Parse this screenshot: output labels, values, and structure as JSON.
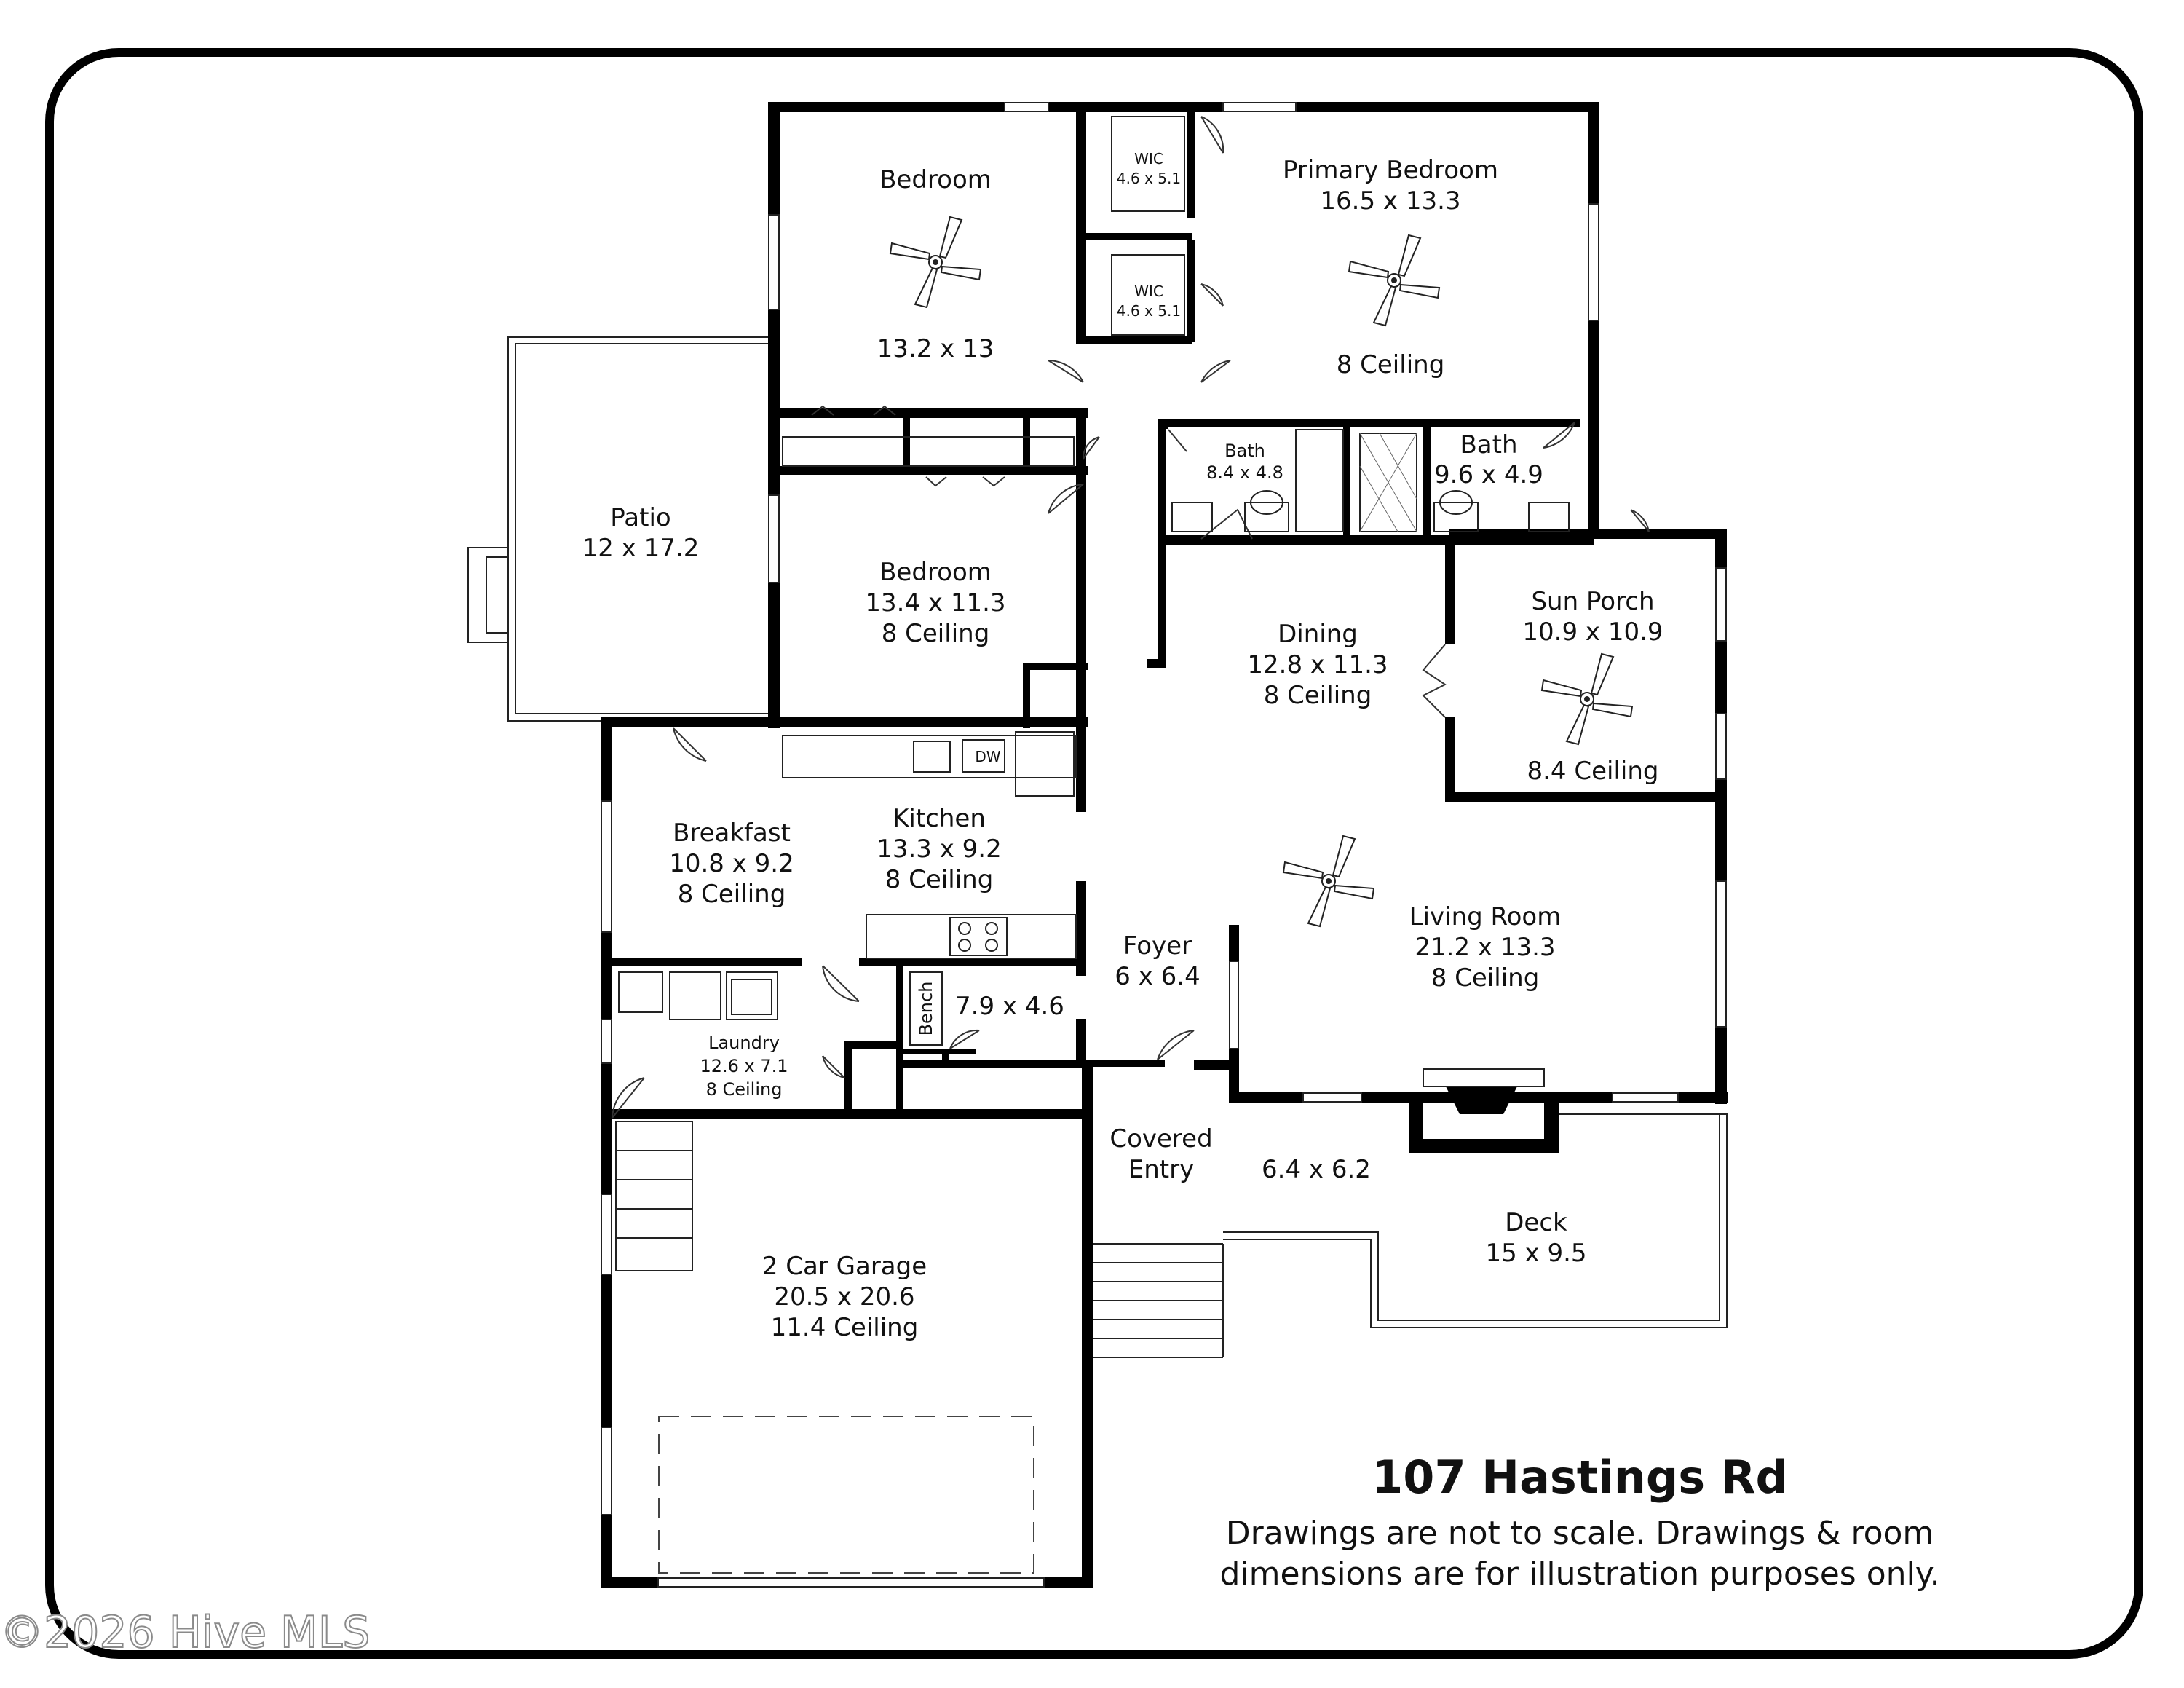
{
  "plan": {
    "rooms": {
      "bedroom_1": {
        "name": "Bedroom",
        "dims": "13.2 x 13"
      },
      "wic_1": {
        "name": "WIC",
        "dims": "4.6 x 5.1"
      },
      "wic_2": {
        "name": "WIC",
        "dims": "4.6 x 5.1"
      },
      "primary_bedroom": {
        "name": "Primary Bedroom",
        "dims": "16.5 x 13.3",
        "ceiling": "8 Ceiling"
      },
      "bath_1": {
        "name": "Bath",
        "dims": "8.4 x 4.8"
      },
      "bath_2": {
        "name": "Bath",
        "dims": "9.6 x 4.9"
      },
      "patio": {
        "name": "Patio",
        "dims": "12 x 17.2"
      },
      "bedroom_2": {
        "name": "Bedroom",
        "dims": "13.4 x 11.3",
        "ceiling": "8 Ceiling"
      },
      "dining": {
        "name": "Dining",
        "dims": "12.8 x 11.3",
        "ceiling": "8 Ceiling"
      },
      "sun_porch": {
        "name": "Sun Porch",
        "dims": "10.9 x 10.9",
        "ceiling": "8.4 Ceiling"
      },
      "breakfast": {
        "name": "Breakfast",
        "dims": "10.8 x 9.2",
        "ceiling": "8 Ceiling"
      },
      "kitchen": {
        "name": "Kitchen",
        "dims": "13.3 x 9.2",
        "ceiling": "8 Ceiling"
      },
      "living_room": {
        "name": "Living Room",
        "dims": "21.2 x 13.3",
        "ceiling": "8 Ceiling"
      },
      "foyer": {
        "name": "Foyer",
        "dims": "6 x 6.4"
      },
      "mudroom": {
        "dims": "7.9 x 4.6",
        "bench": "Bench"
      },
      "laundry": {
        "name": "Laundry",
        "dims": "12.6 x 7.1",
        "ceiling": "8 Ceiling"
      },
      "covered_entry": {
        "name_line1": "Covered",
        "name_line2": "Entry",
        "dims": "6.4 x 6.2"
      },
      "deck": {
        "name": "Deck",
        "dims": "15 x 9.5"
      },
      "garage": {
        "name": "2 Car Garage",
        "dims": "20.5 x 20.6",
        "ceiling": "11.4 Ceiling"
      }
    },
    "appliances": {
      "dishwasher": "DW"
    }
  },
  "footer": {
    "address": "107 Hastings Rd",
    "disclaimer_line1": "Drawings are not to scale. Drawings & room",
    "disclaimer_line2": "dimensions are for illustration purposes only."
  },
  "watermark": "©2026 Hive MLS"
}
